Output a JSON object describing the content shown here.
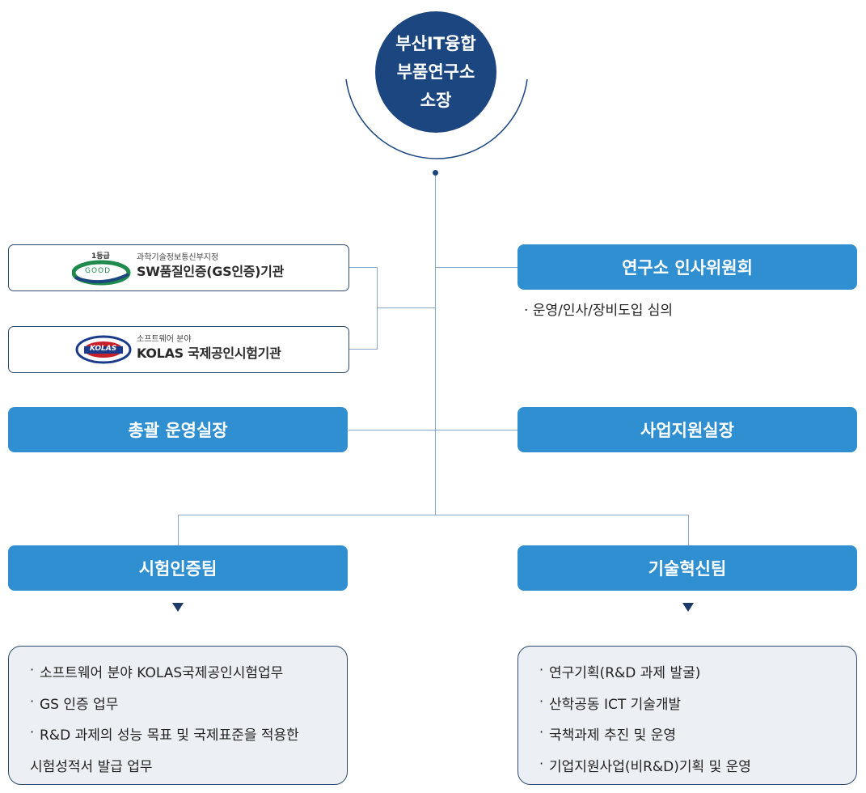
{
  "director": {
    "lines": [
      "부산IT융합",
      "부품연구소",
      "소장"
    ]
  },
  "certificates": [
    {
      "badge": "1등급",
      "logo_text": "GOOD",
      "sub": "과학기술정보통신부지정",
      "main": "SW품질인증(GS인증)기관"
    },
    {
      "logo_text": "KOLAS",
      "sub": "소프트웨어 분야",
      "main": "KOLAS 국제공인시험기관"
    }
  ],
  "committee": {
    "title": "연구소 인사위원회",
    "note": "· 운영/인사/장비도입 심의"
  },
  "left_office": {
    "title": "총괄 운영실장"
  },
  "right_office": {
    "title": "사업지원실장"
  },
  "teams": [
    {
      "title": "시험인증팀",
      "duties": [
        "소프트웨어 분야 KOLAS국제공인시험업무",
        "GS 인증 업무",
        "R&D 과제의 성능 목표 및 국제표준을 적용한",
        "시험성적서 발급 업무"
      ]
    },
    {
      "title": "기술혁신팀",
      "duties": [
        "연구기획(R&D 과제 발굴)",
        "산학공동 ICT 기술개발",
        "국책과제 추진 및 운영",
        "기업지원사업(비R&D)기획 및 운영"
      ]
    }
  ],
  "colors": {
    "navy": "#1c4680",
    "blue": "#2f8fd1",
    "connector": "#8aa6c8",
    "grey_box": "#eceff3"
  }
}
